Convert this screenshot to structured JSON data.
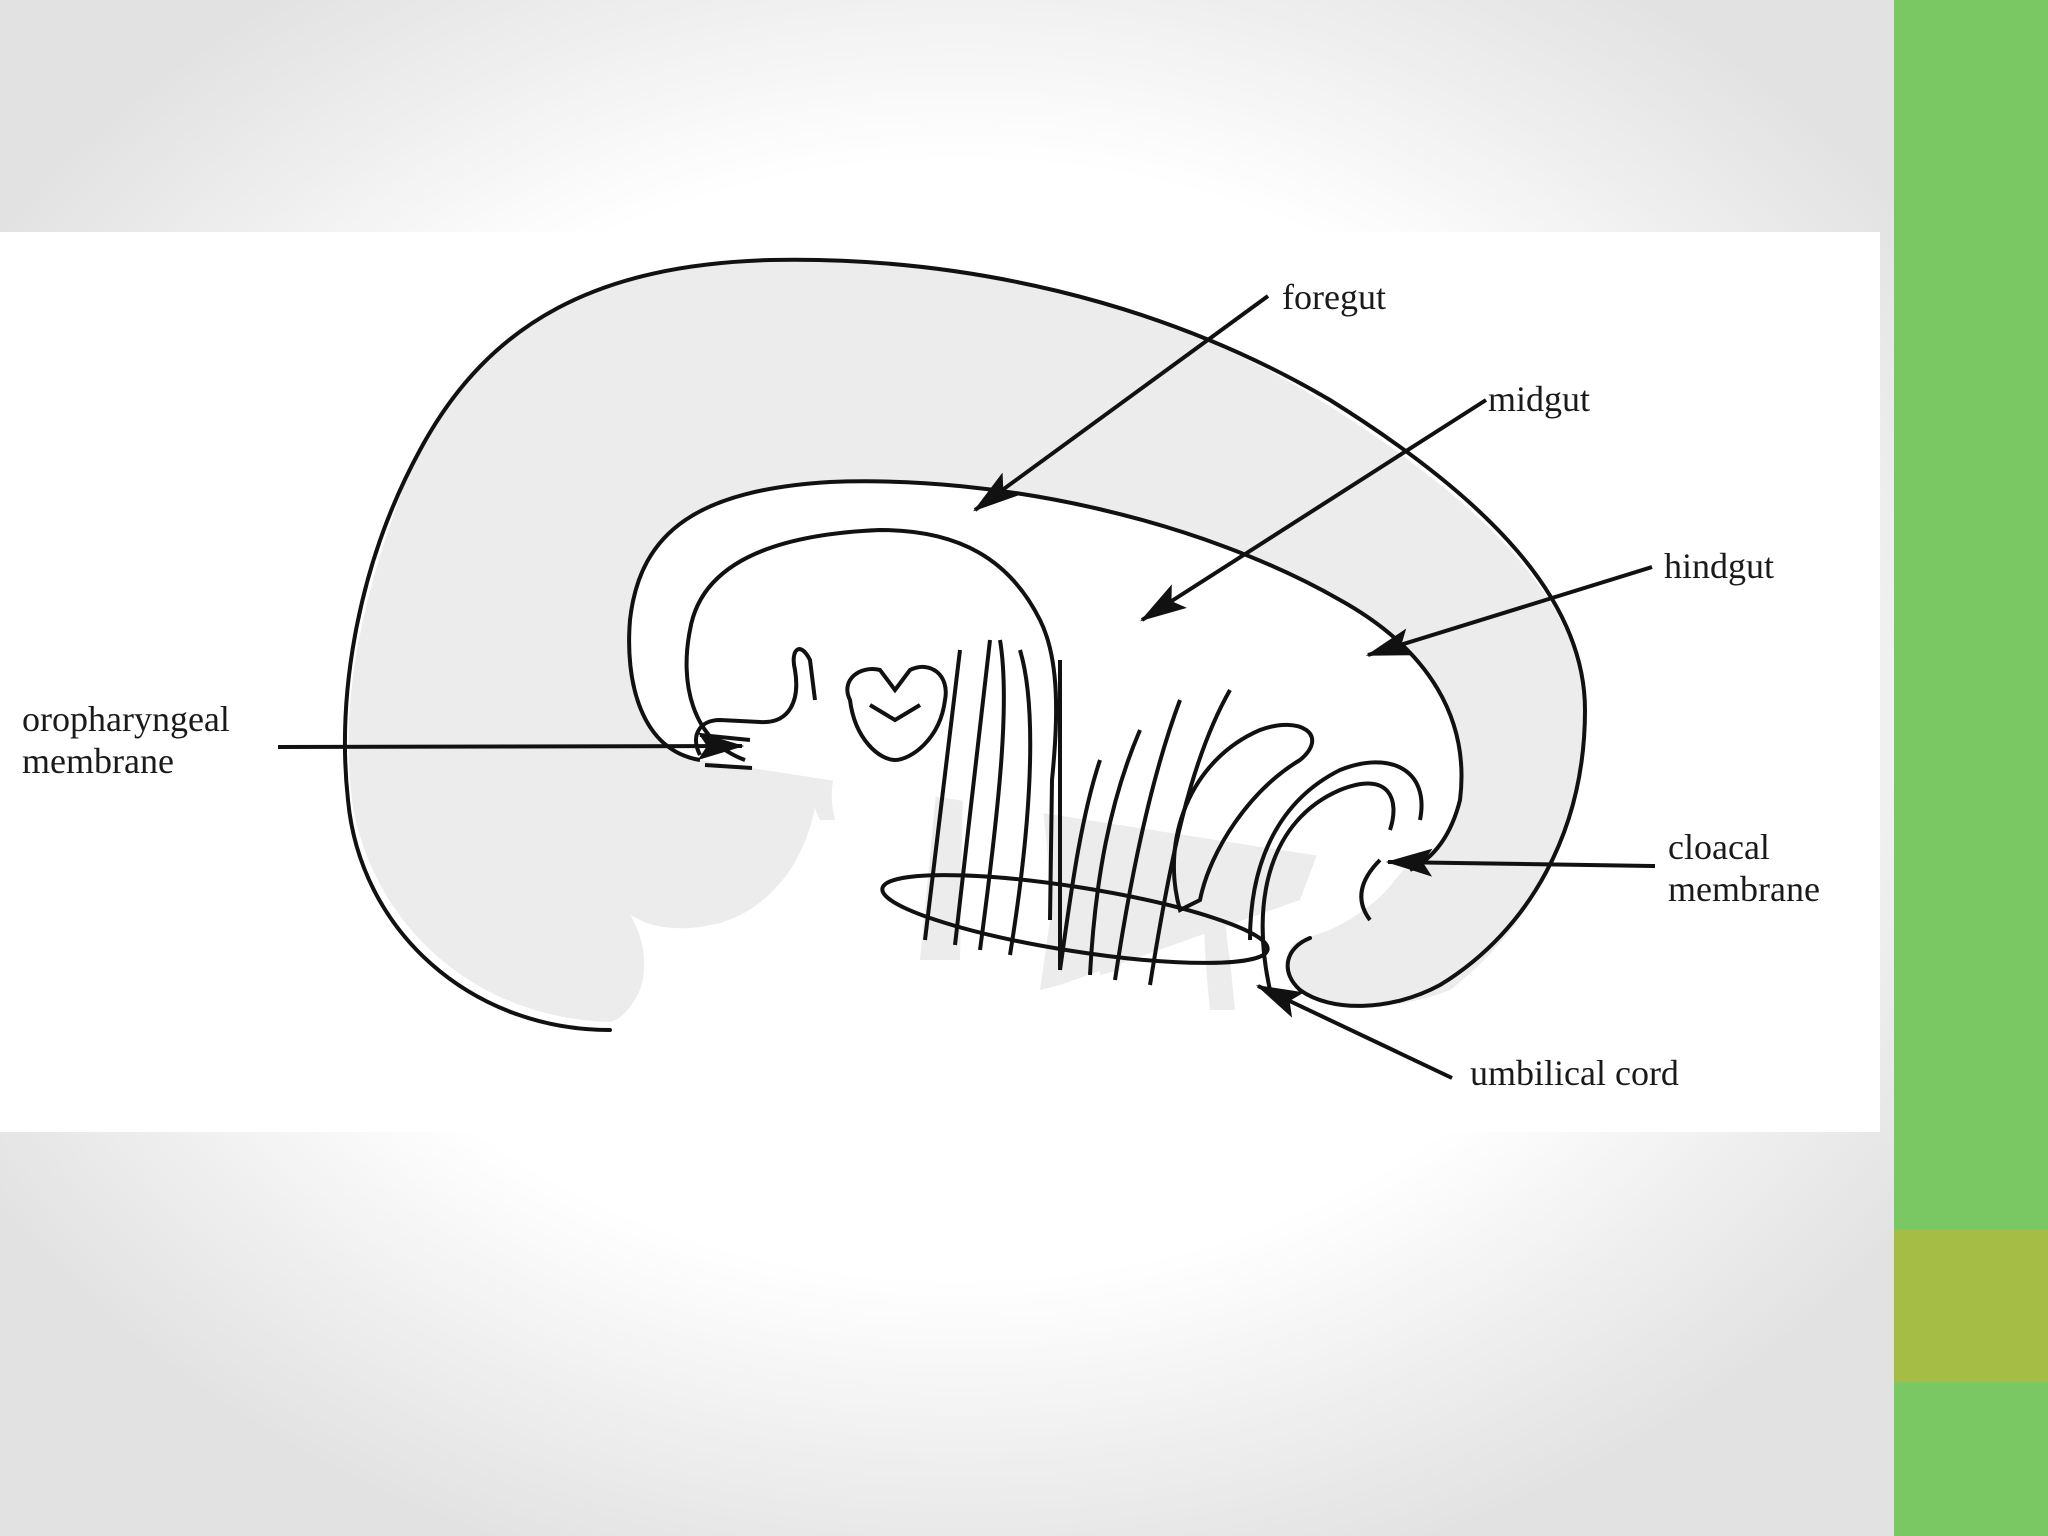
{
  "slide": {
    "background": "#ffffff",
    "accent_band_colors": [
      "#7ac863",
      "#a5bd45",
      "#7ac863"
    ]
  },
  "diagram": {
    "labels": {
      "foregut": "foregut",
      "midgut": "midgut",
      "hindgut": "hindgut",
      "oropharyngeal_line1": "oropharyngeal",
      "oropharyngeal_line2": "membrane",
      "cloacal_line1": "cloacal",
      "cloacal_line2": "membrane",
      "umbilical_cord": "umbilical cord"
    },
    "fill_color": "#ececec",
    "line_color": "#111111"
  }
}
